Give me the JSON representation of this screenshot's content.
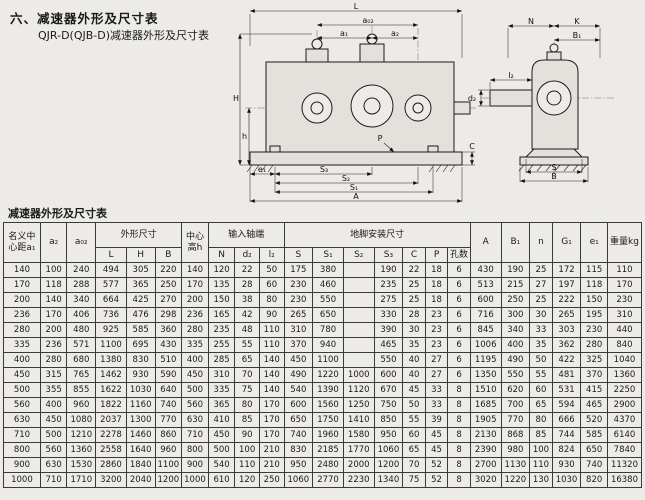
{
  "page": {
    "title": "六、减速器外形及尺寸表",
    "subtitle": "QJR-D(QJB-D)减速器外形及尺寸表",
    "table_caption": "减速器外形及尺寸表"
  },
  "drawing": {
    "labels": {
      "L": "L",
      "a02": "a₀₂",
      "a1": "a₁",
      "a2": "a₂",
      "H": "H",
      "h": "h",
      "P": "P",
      "C": "C",
      "e1": "e₁",
      "S3": "S₃",
      "S2": "S₂",
      "S1": "S₁",
      "A": "A",
      "N": "N",
      "K": "K",
      "B1": "B₁",
      "l2": "l₂",
      "d2": "d₂",
      "S": "S",
      "B": "B"
    }
  },
  "table": {
    "header": {
      "a1": "名义中心距a₁",
      "a2": "a₂",
      "a02": "a₀₂",
      "outline": "外形尺寸",
      "center_height": "中心高h",
      "input_shaft": "输入轴端",
      "foundation": "地脚安装尺寸",
      "A": "A",
      "B1": "B₁",
      "n": "n",
      "G1": "G₁",
      "e1": "e₁",
      "weight": "重量kg",
      "sub": {
        "L": "L",
        "H": "H",
        "B": "B",
        "N": "N",
        "d2": "d₂",
        "l2": "l₂",
        "S": "S",
        "S1": "S₁",
        "S2": "S₂",
        "S3": "S₃",
        "C": "C",
        "P": "P",
        "holes": "孔数"
      }
    },
    "rows": [
      [
        "140",
        "100",
        "240",
        "494",
        "305",
        "220",
        "140",
        "120",
        "22",
        "50",
        "175",
        "380",
        "",
        "190",
        "22",
        "18",
        "6",
        "430",
        "190",
        "25",
        "172",
        "115",
        "110"
      ],
      [
        "170",
        "118",
        "288",
        "577",
        "365",
        "250",
        "170",
        "135",
        "28",
        "60",
        "230",
        "460",
        "",
        "235",
        "25",
        "18",
        "6",
        "513",
        "215",
        "27",
        "197",
        "118",
        "170"
      ],
      [
        "200",
        "140",
        "340",
        "664",
        "425",
        "270",
        "200",
        "150",
        "38",
        "80",
        "230",
        "550",
        "",
        "275",
        "25",
        "18",
        "6",
        "600",
        "250",
        "25",
        "222",
        "150",
        "230"
      ],
      [
        "236",
        "170",
        "406",
        "736",
        "476",
        "298",
        "236",
        "165",
        "42",
        "90",
        "265",
        "650",
        "",
        "330",
        "28",
        "23",
        "6",
        "716",
        "300",
        "30",
        "265",
        "195",
        "310"
      ],
      [
        "280",
        "200",
        "480",
        "925",
        "585",
        "360",
        "280",
        "235",
        "48",
        "110",
        "310",
        "780",
        "",
        "390",
        "30",
        "23",
        "6",
        "845",
        "340",
        "33",
        "303",
        "230",
        "440"
      ],
      [
        "335",
        "236",
        "571",
        "1100",
        "695",
        "430",
        "335",
        "255",
        "55",
        "110",
        "370",
        "940",
        "",
        "465",
        "35",
        "23",
        "6",
        "1006",
        "400",
        "35",
        "362",
        "280",
        "840"
      ],
      [
        "400",
        "280",
        "680",
        "1380",
        "830",
        "510",
        "400",
        "285",
        "65",
        "140",
        "450",
        "1100",
        "",
        "550",
        "40",
        "27",
        "6",
        "1195",
        "490",
        "50",
        "422",
        "325",
        "1040"
      ],
      [
        "450",
        "315",
        "765",
        "1462",
        "930",
        "590",
        "450",
        "310",
        "70",
        "140",
        "490",
        "1220",
        "1000",
        "600",
        "40",
        "27",
        "6",
        "1350",
        "550",
        "55",
        "481",
        "370",
        "1360"
      ],
      [
        "500",
        "355",
        "855",
        "1622",
        "1030",
        "640",
        "500",
        "335",
        "75",
        "140",
        "540",
        "1390",
        "1120",
        "670",
        "45",
        "33",
        "8",
        "1510",
        "620",
        "60",
        "531",
        "415",
        "2250"
      ],
      [
        "560",
        "400",
        "960",
        "1822",
        "1160",
        "740",
        "560",
        "365",
        "80",
        "170",
        "600",
        "1560",
        "1250",
        "750",
        "50",
        "33",
        "8",
        "1685",
        "700",
        "65",
        "594",
        "465",
        "2900"
      ],
      [
        "630",
        "450",
        "1080",
        "2037",
        "1300",
        "770",
        "630",
        "410",
        "85",
        "170",
        "650",
        "1750",
        "1410",
        "850",
        "55",
        "39",
        "8",
        "1905",
        "770",
        "80",
        "666",
        "520",
        "4370"
      ],
      [
        "710",
        "500",
        "1210",
        "2278",
        "1460",
        "860",
        "710",
        "450",
        "90",
        "170",
        "740",
        "1960",
        "1580",
        "950",
        "60",
        "45",
        "8",
        "2130",
        "868",
        "85",
        "744",
        "585",
        "6140"
      ],
      [
        "800",
        "560",
        "1360",
        "2558",
        "1640",
        "960",
        "800",
        "500",
        "100",
        "210",
        "830",
        "2185",
        "1770",
        "1060",
        "65",
        "45",
        "8",
        "2390",
        "980",
        "100",
        "824",
        "650",
        "7840"
      ],
      [
        "900",
        "630",
        "1530",
        "2860",
        "1840",
        "1100",
        "900",
        "540",
        "110",
        "210",
        "950",
        "2480",
        "2000",
        "1200",
        "70",
        "52",
        "8",
        "2700",
        "1130",
        "110",
        "930",
        "740",
        "11320"
      ],
      [
        "1000",
        "710",
        "1710",
        "3200",
        "2040",
        "1200",
        "1000",
        "610",
        "120",
        "250",
        "1060",
        "2770",
        "2230",
        "1340",
        "75",
        "52",
        "8",
        "3020",
        "1220",
        "130",
        "1030",
        "820",
        "16380"
      ]
    ]
  }
}
